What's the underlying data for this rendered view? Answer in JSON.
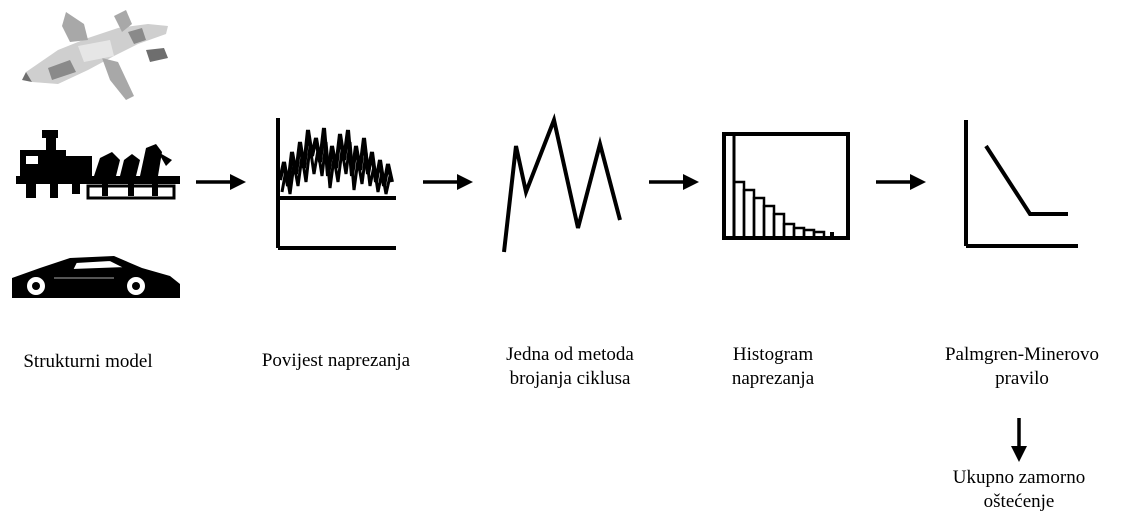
{
  "steps": [
    {
      "id": "strukturni-model",
      "lines": [
        "Strukturni model"
      ]
    },
    {
      "id": "povijest-naprezanja",
      "lines": [
        "Povijest naprezanja"
      ]
    },
    {
      "id": "metoda-brojanja",
      "lines": [
        "Jedna od metoda",
        "brojanja ciklusa"
      ]
    },
    {
      "id": "histogram",
      "lines": [
        "Histogram",
        "naprezanja"
      ]
    },
    {
      "id": "palmgren-miner",
      "lines": [
        "Palmgren-Minerovo",
        "pravilo"
      ]
    }
  ],
  "result": {
    "lines": [
      "Ukupno zamorno",
      "oštećenje"
    ]
  },
  "icons": [
    "airplane-icon",
    "machinery-icon",
    "race-car-icon",
    "stress-history-icon",
    "cycle-counting-icon",
    "histogram-icon",
    "palmgren-miner-curve-icon"
  ],
  "colors": {
    "ink": "#000000",
    "plane_light": "#cfcfcf",
    "plane_mid": "#a8a8a8",
    "plane_dark": "#6e6e6e"
  }
}
